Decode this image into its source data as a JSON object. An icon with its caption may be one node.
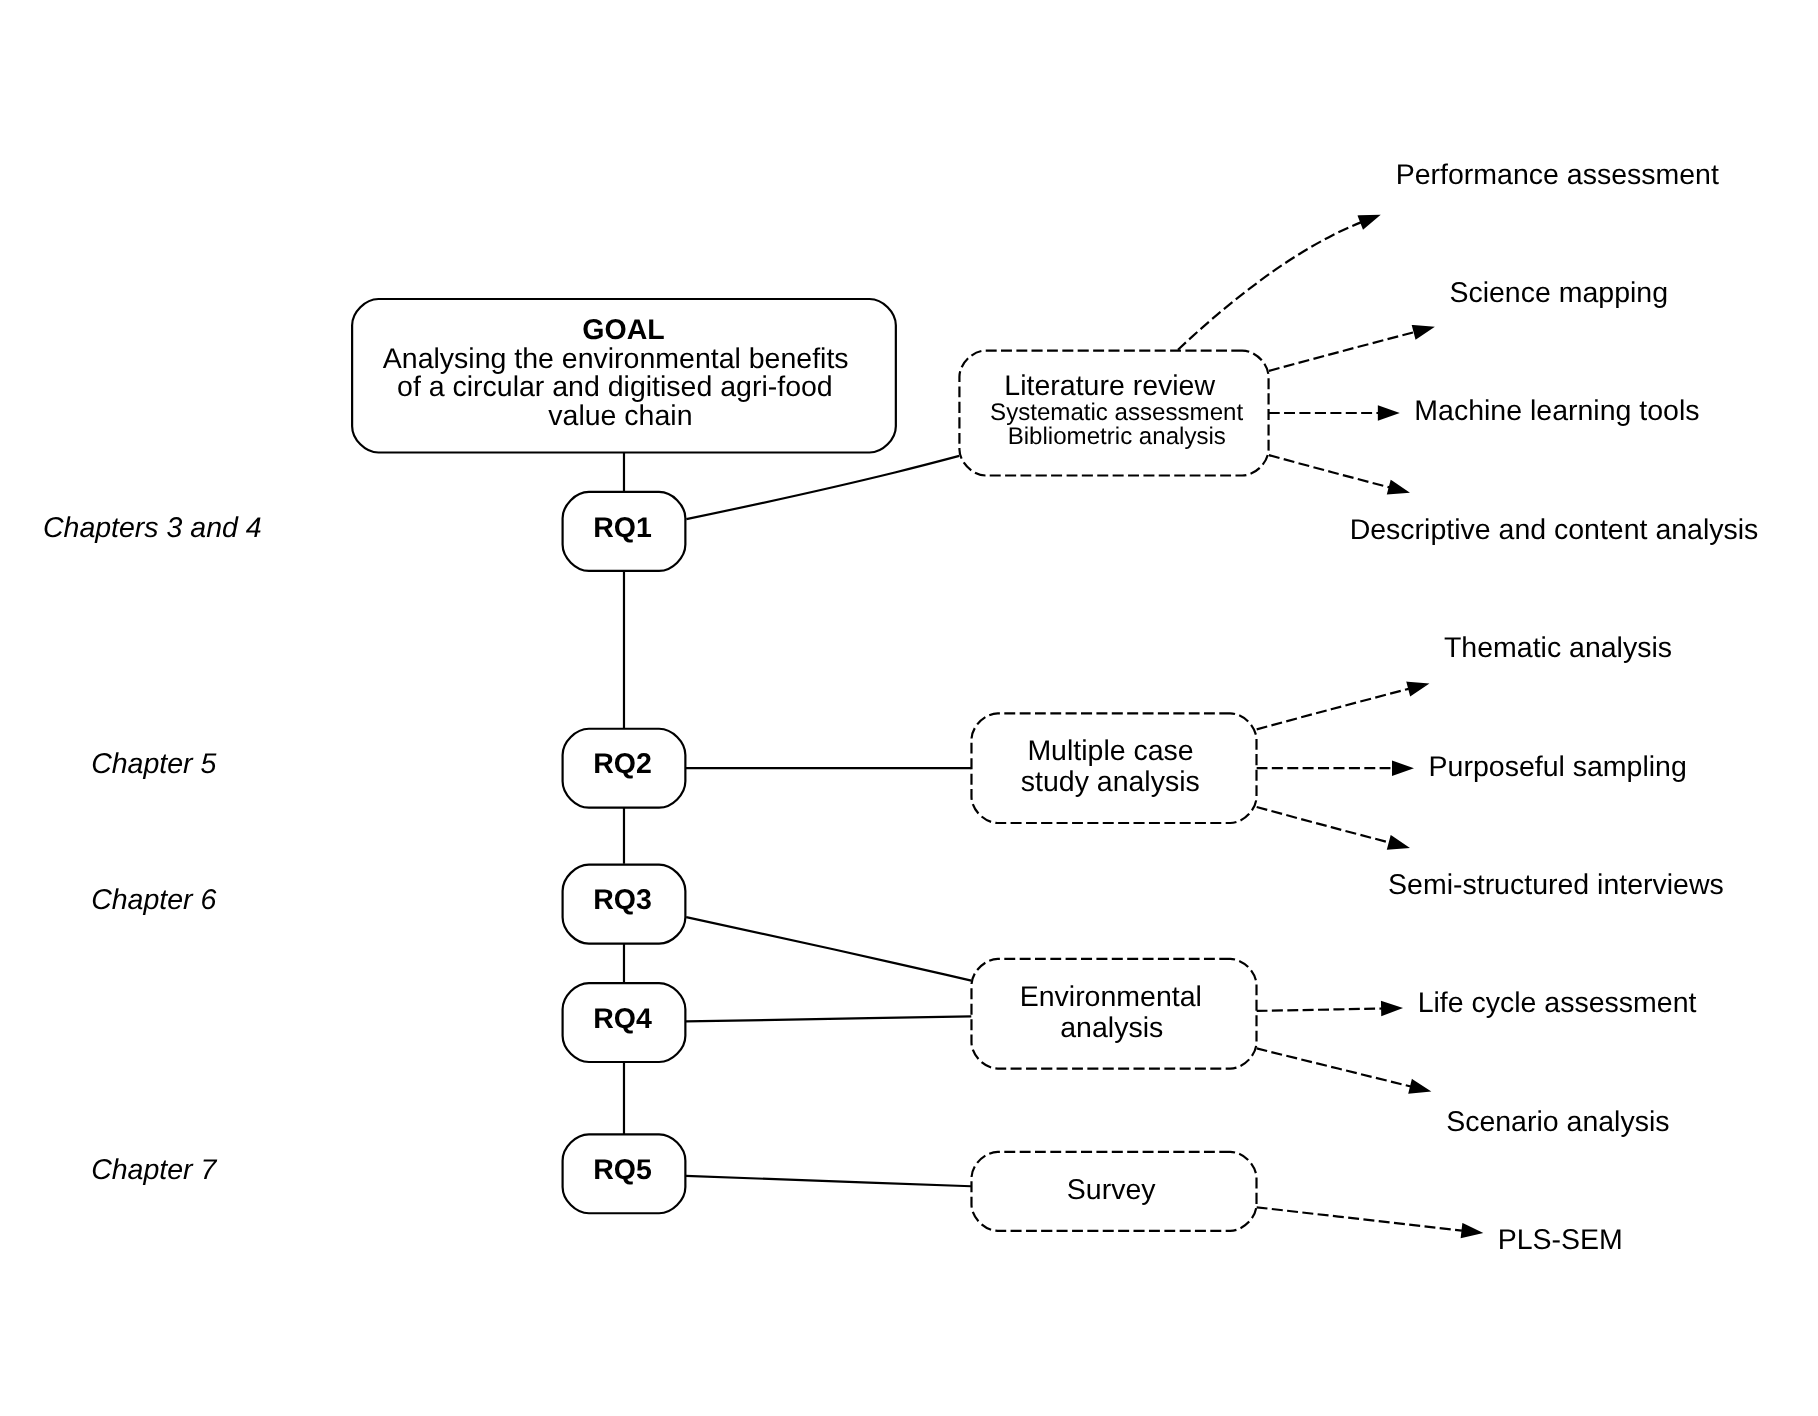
{
  "diagram": {
    "nodes": [
      {
        "text": [
          "GOAL",
          "Analysing the environmental benefits of a circular and digitised agri-food value chain"
        ]
      },
      {
        "text": [
          "RQ1"
        ]
      },
      {
        "text": [
          "Literature review",
          "Systematic assessment",
          "Bibliometric analysis"
        ]
      },
      {
        "text": [
          "Machine learning tools"
        ]
      },
      {
        "text": [
          "Descriptive and content analysis"
        ]
      },
      {
        "text": [
          "Performance assessment"
        ]
      },
      {
        "text": [
          "Science mapping"
        ]
      },
      {
        "text": [
          "RQ2"
        ]
      },
      {
        "text": [
          "Multiple case study analysis"
        ]
      },
      {
        "text": [
          "Purposeful sampling"
        ]
      },
      {
        "text": [
          "Semi-structured interviews"
        ]
      },
      {
        "text": [
          "Thematic analysis"
        ]
      },
      {
        "text": [
          "RQ3"
        ]
      },
      {
        "text": [
          "RQ4"
        ]
      },
      {
        "text": [
          "Environmental analysis"
        ]
      },
      {
        "text": [
          "Life cycle assessment"
        ]
      },
      {
        "text": [
          "Scenario analysis"
        ]
      },
      {
        "text": [
          "RQ5"
        ]
      },
      {
        "text": [
          "Survey"
        ]
      },
      {
        "text": [
          "PLS-SEM"
        ]
      }
    ],
    "edges": [
      {
        "from": 0,
        "to": 1,
        "arrow": "none"
      },
      {
        "from": 1,
        "to": 2,
        "arrow": "none"
      },
      {
        "from": 2,
        "to": 3,
        "arrow": "to",
        "style": "dashed"
      },
      {
        "from": 2,
        "to": 4,
        "arrow": "to",
        "style": "dashed"
      },
      {
        "from": 2,
        "to": 5,
        "arrow": "to",
        "style": "dashed"
      },
      {
        "from": 2,
        "to": 6,
        "arrow": "to",
        "style": "dashed"
      },
      {
        "from": 1,
        "to": 7,
        "arrow": "none"
      },
      {
        "from": 7,
        "to": 8,
        "arrow": "none"
      },
      {
        "from": 8,
        "to": 9,
        "arrow": "to",
        "style": "dashed"
      },
      {
        "from": 8,
        "to": 10,
        "arrow": "to",
        "style": "dashed"
      },
      {
        "from": 8,
        "to": 11,
        "arrow": "to",
        "style": "dashed"
      },
      {
        "from": 7,
        "to": 12,
        "arrow": "none"
      },
      {
        "from": 12,
        "to": 13,
        "arrow": "none"
      },
      {
        "from": 12,
        "to": 14,
        "arrow": "none"
      },
      {
        "from": 13,
        "to": 14,
        "arrow": "none"
      },
      {
        "from": 14,
        "to": 15,
        "arrow": "to",
        "style": "dashed"
      },
      {
        "from": 14,
        "to": 16,
        "arrow": "to",
        "style": "dashed"
      },
      {
        "from": 13,
        "to": 17,
        "arrow": "none"
      },
      {
        "from": 17,
        "to": 18,
        "arrow": "none"
      },
      {
        "from": 18,
        "to": 19,
        "arrow": "to",
        "style": "dashed"
      }
    ],
    "labels": [
      "Chapters 3 and 4",
      "Chapter 5",
      "Chapter 6",
      "Chapter 7"
    ]
  }
}
